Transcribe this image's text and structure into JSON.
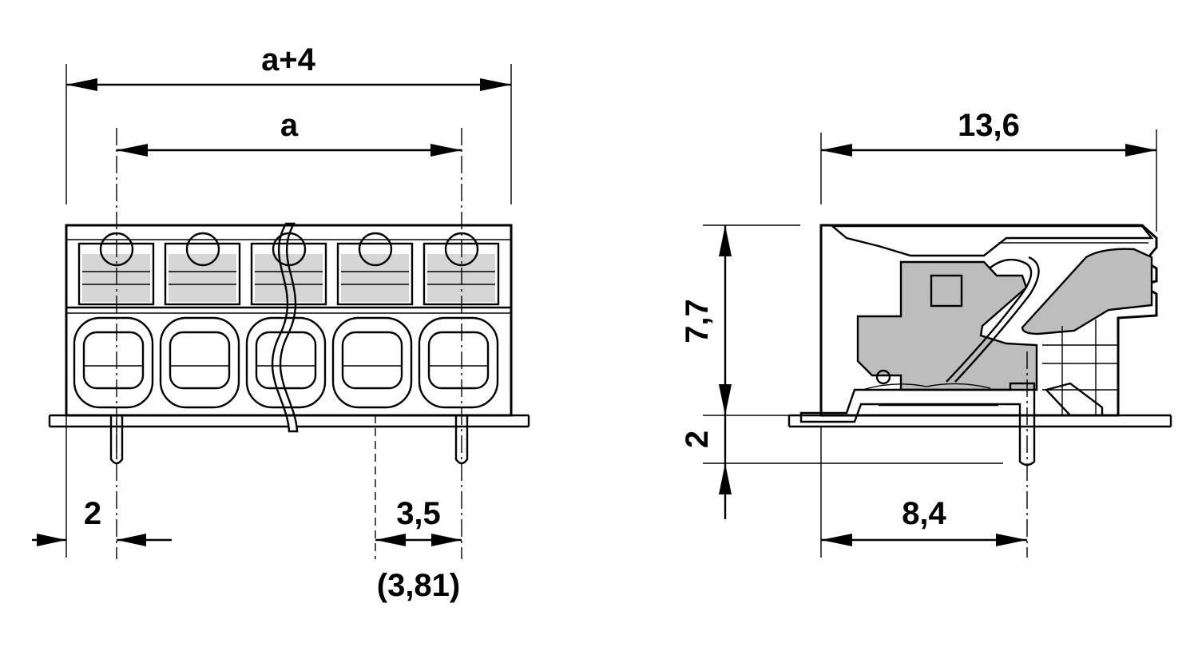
{
  "dimensions": {
    "overall_width": "a+4",
    "pitch_span": "a",
    "edge_offset": "2",
    "pitch": "3,5",
    "pitch_alt": "(3,81)",
    "depth": "13,6",
    "height": "7,7",
    "pin_length": "2",
    "pin_position": "8,4"
  },
  "colors": {
    "line": "#000000",
    "shade": "#bdbdbd",
    "light_shade": "#d6d6d6"
  }
}
